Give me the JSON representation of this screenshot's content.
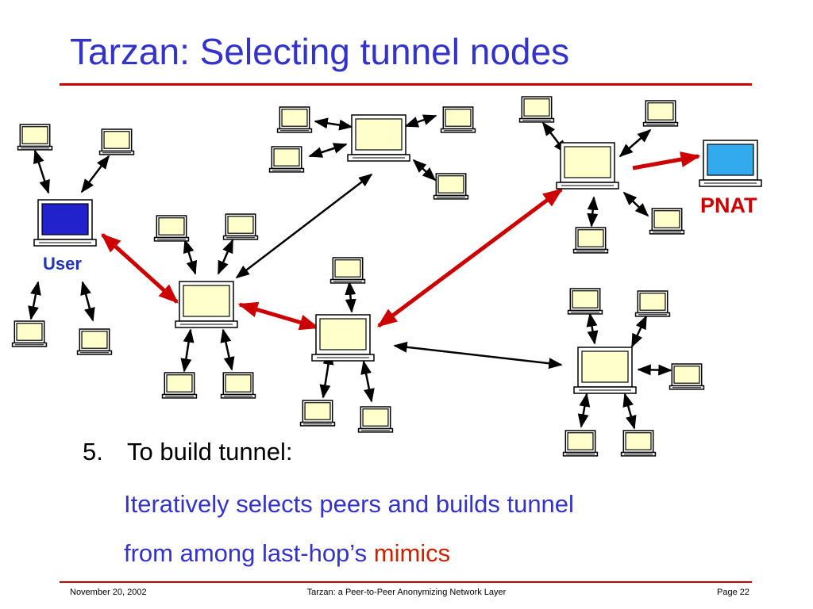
{
  "slide": {
    "title": "Tarzan: Selecting tunnel nodes"
  },
  "diagram": {
    "labels": {
      "user": "User",
      "pnat": "PNAT"
    },
    "colors": {
      "user_node": "#2222cc",
      "pnat_node": "#33aaee",
      "peer_node": "#ffffcc",
      "tunnel_arrow": "#cc0000",
      "link_arrow": "#000000",
      "label_user": "#2233bb",
      "label_pnat": "#cc0000"
    }
  },
  "body": {
    "step_number": "5.",
    "step_text": "To build tunnel:",
    "line2": "Iteratively selects peers and builds tunnel",
    "line3_prefix": "from among last-hop’s ",
    "line3_highlight": "mimics"
  },
  "footer": {
    "date": "November 20, 2002",
    "center": "Tarzan: a Peer-to-Peer Anonymizing Network Layer",
    "page": "Page 22"
  }
}
